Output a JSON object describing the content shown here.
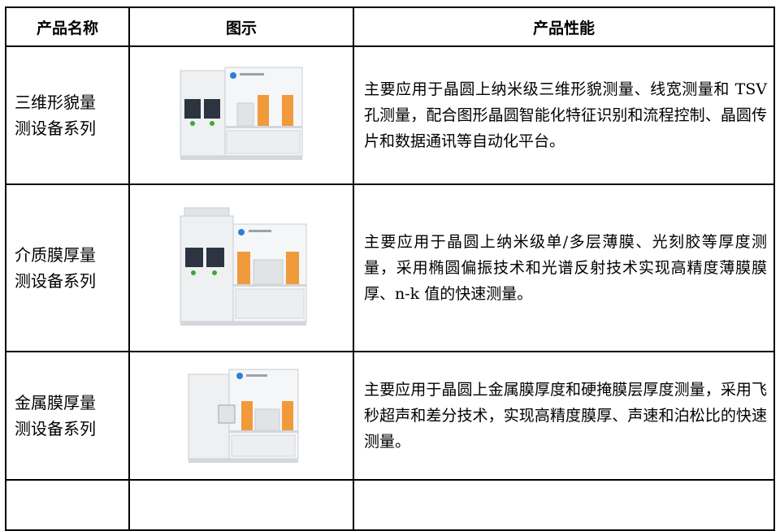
{
  "table": {
    "headers": [
      "产品名称",
      "图示",
      "产品性能"
    ],
    "rows": [
      {
        "name_lines": [
          "三维形貌量",
          "测设备系列"
        ],
        "image_icon": "3d-profilometer-machine-icon",
        "performance": "主要应用于晶圆上纳米级三维形貌测量、线宽测量和 TSV 孔测量，配合图形晶圆智能化特征识别和流程控制、晶圆传片和数据通讯等自动化平台。"
      },
      {
        "name_lines": [
          "介质膜厚量",
          "测设备系列"
        ],
        "image_icon": "dielectric-film-thickness-machine-icon",
        "performance": "主要应用于晶圆上纳米级单/多层薄膜、光刻胶等厚度测量，采用椭圆偏振技术和光谱反射技术实现高精度薄膜膜厚、n-k 值的快速测量。"
      },
      {
        "name_lines": [
          "金属膜厚量",
          "测设备系列"
        ],
        "image_icon": "metal-film-thickness-machine-icon",
        "performance": "主要应用于晶圆上金属膜厚度和硬掩膜层厚度测量，采用飞秒超声和差分技术，实现高精度膜厚、声速和泊松比的快速测量。"
      }
    ]
  },
  "colors": {
    "border": "#000000",
    "machine_body": "#eef0f2",
    "machine_shade": "#d3d7db",
    "machine_door": "#f09a3c",
    "logo_blue": "#2d7fd3",
    "status_green": "#3aaa35"
  }
}
